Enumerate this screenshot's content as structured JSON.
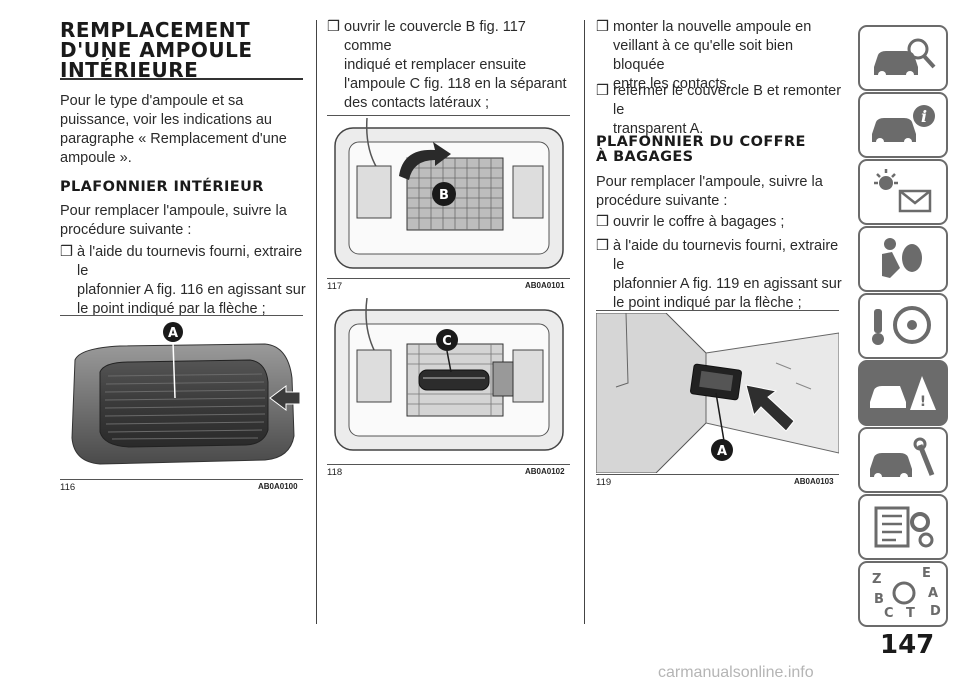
{
  "col1": {
    "title_lines": [
      "REMPLACEMENT",
      "D'UNE AMPOULE",
      "INTÉRIEURE"
    ],
    "intro": [
      "Pour le type d'ampoule et sa",
      "puissance, voir les indications au",
      "paragraphe « Remplacement d'une",
      "ampoule »."
    ],
    "subtitle": "PLAFONNIER INTÉRIEUR",
    "para": [
      "Pour remplacer l'ampoule, suivre la",
      "procédure suivante :"
    ],
    "bullet1": [
      "à l'aide du tournevis fourni, extraire le",
      "plafonnier A fig. 116 en agissant sur",
      "le point indiqué par la flèche ;"
    ],
    "fig": {
      "number": "116",
      "code": "AB0A0100",
      "label": "A"
    }
  },
  "col2": {
    "bullet1": [
      "ouvrir le couvercle B fig. 117 comme",
      "indiqué et remplacer ensuite",
      "l'ampoule C fig. 118 en la séparant",
      "des contacts latéraux ;"
    ],
    "fig117": {
      "number": "117",
      "code": "AB0A0101",
      "label": "B"
    },
    "fig118": {
      "number": "118",
      "code": "AB0A0102",
      "label": "C"
    }
  },
  "col3": {
    "bullet1": [
      "monter la nouvelle ampoule en",
      "veillant à ce qu'elle soit bien bloquée",
      "entre les contacts."
    ],
    "bullet2": [
      "refermer le couvercle B et remonter le",
      "transparent A."
    ],
    "subtitle_lines": [
      "PLAFONNIER DU COFFRE",
      "À BAGAGES"
    ],
    "para": [
      "Pour remplacer l'ampoule, suivre la",
      "procédure suivante :"
    ],
    "bullet3": [
      "ouvrir le coffre à bagages ;"
    ],
    "bullet4": [
      "à l'aide du tournevis fourni, extraire le",
      "plafonnier A fig. 119 en agissant sur",
      "le point indiqué par la flèche ;"
    ],
    "fig": {
      "number": "119",
      "code": "AB0A0103",
      "label": "A"
    }
  },
  "bullet_symbol": "❒",
  "page_number": "147",
  "watermark": "carmanualsonline.info",
  "tabs": [
    {
      "icon": "car-search-icon",
      "active": false
    },
    {
      "icon": "car-info-icon",
      "active": false
    },
    {
      "icon": "light-message-icon",
      "active": false
    },
    {
      "icon": "airbag-seat-icon",
      "active": false
    },
    {
      "icon": "steering-key-icon",
      "active": false
    },
    {
      "icon": "car-warning-icon",
      "active": true
    },
    {
      "icon": "car-tools-icon",
      "active": false
    },
    {
      "icon": "list-settings-icon",
      "active": false
    },
    {
      "icon": "alphabet-index-icon",
      "active": false
    }
  ],
  "colors": {
    "tab_gray": "#6b6b6b",
    "text": "#2a2a2a",
    "watermark": "#b5b5b5"
  }
}
